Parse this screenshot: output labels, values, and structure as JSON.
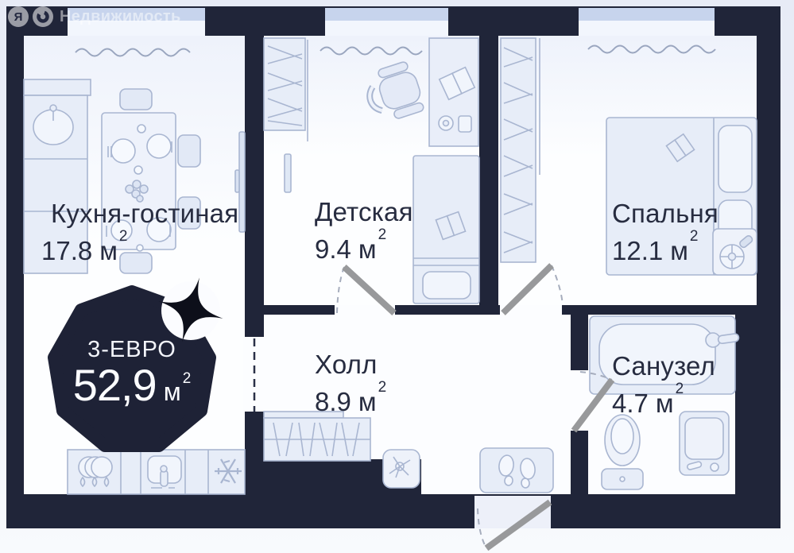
{
  "logo": {
    "letter": "Я",
    "brand": "Недвижимость"
  },
  "badge": {
    "type_label": "3-ЕВРО",
    "area_value": "52,9",
    "area_unit": "м",
    "area_sup": "2"
  },
  "rooms": [
    {
      "id": "kitchen-living",
      "name": "Кухня-гостиная",
      "area": "17.8",
      "unit": "м",
      "sup": "2"
    },
    {
      "id": "kids-room",
      "name": "Детская",
      "area": "9.4",
      "unit": "м",
      "sup": "2"
    },
    {
      "id": "bedroom",
      "name": "Спальня",
      "area": "12.1",
      "unit": "м",
      "sup": "2"
    },
    {
      "id": "hall",
      "name": "Холл",
      "area": "8.9",
      "unit": "м",
      "sup": "2"
    },
    {
      "id": "bathroom",
      "name": "Санузел",
      "area": "4.7",
      "unit": "м",
      "sup": "2"
    }
  ],
  "colors": {
    "wall": "#202539",
    "floor": "#fdfeff",
    "furniture_fill": "#e7edf8",
    "furniture_fill_light": "#f1f5fc",
    "furniture_stroke": "#a9b6d1",
    "window_band": "#c7d4ed",
    "badge_bg": "#1e2236",
    "door_leaf": "#98999b",
    "label_text": "#272c40"
  },
  "icons": {
    "star-icon": "four-point sparkle in white circle on badge",
    "snowflake-icon": "fridge snowflake",
    "stove-icon": "hob circles with drops",
    "sink-icon": "kitchen sink with faucet",
    "bathtub-icon": "bathtub with faucet",
    "toilet-icon": "toilet bowl and tank",
    "washing-machine-icon": "washer drum",
    "doormat-icon": "mat with footprints",
    "radiator-icon": "wavy line under window",
    "sparkle-icon": "decor box glyph in hall",
    "wheel-icon": "toy wheel on bedroom bench"
  }
}
